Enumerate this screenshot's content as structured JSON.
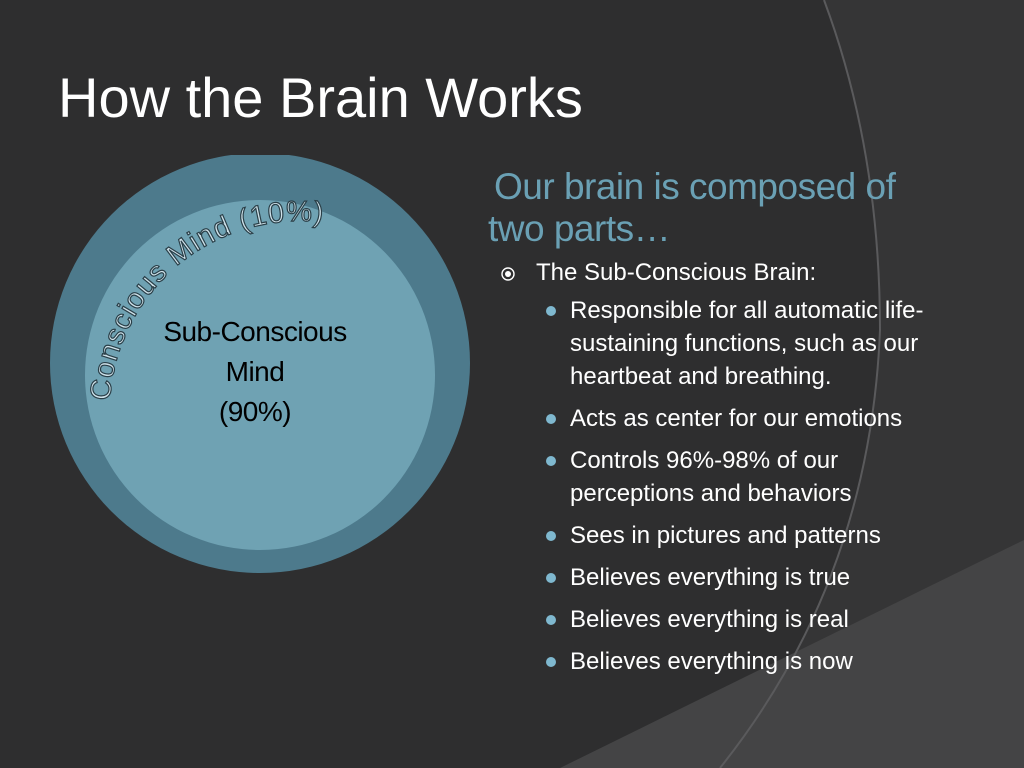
{
  "slide": {
    "title": "How the Brain Works"
  },
  "diagram": {
    "outer_label": "Conscious Mind (10%)",
    "inner_label_lines": [
      "Sub-Conscious",
      "Mind",
      "(90%)"
    ]
  },
  "content": {
    "heading_line1": "Our brain is composed of",
    "heading_line2": "two parts…",
    "bullet": {
      "icon": "target-icon",
      "label": "The Sub-Conscious Brain:",
      "subitems": [
        {
          "icon": "dot-icon",
          "lines": [
            "Responsible for all automatic life-",
            "sustaining functions, such as our",
            "heartbeat and breathing."
          ]
        },
        {
          "icon": "dot-icon",
          "lines": [
            "Acts as center for our emotions"
          ]
        },
        {
          "icon": "dot-icon",
          "lines": [
            "Controls 96%-98% of our",
            "perceptions and behaviors"
          ]
        },
        {
          "icon": "dot-icon",
          "lines": [
            "Sees in pictures and patterns"
          ]
        },
        {
          "icon": "dot-icon",
          "lines": [
            "Believes everything is true"
          ]
        },
        {
          "icon": "dot-icon",
          "lines": [
            "Believes everything is real"
          ]
        },
        {
          "icon": "dot-icon",
          "lines": [
            "Believes everything is now"
          ]
        }
      ]
    }
  },
  "colors": {
    "background": "#2e2e2f",
    "outer_circle": "#4d7a8c",
    "inner_circle": "#6fa2b3",
    "heading": "#6aa0b4",
    "bullet_dot": "#7fb8cf"
  }
}
